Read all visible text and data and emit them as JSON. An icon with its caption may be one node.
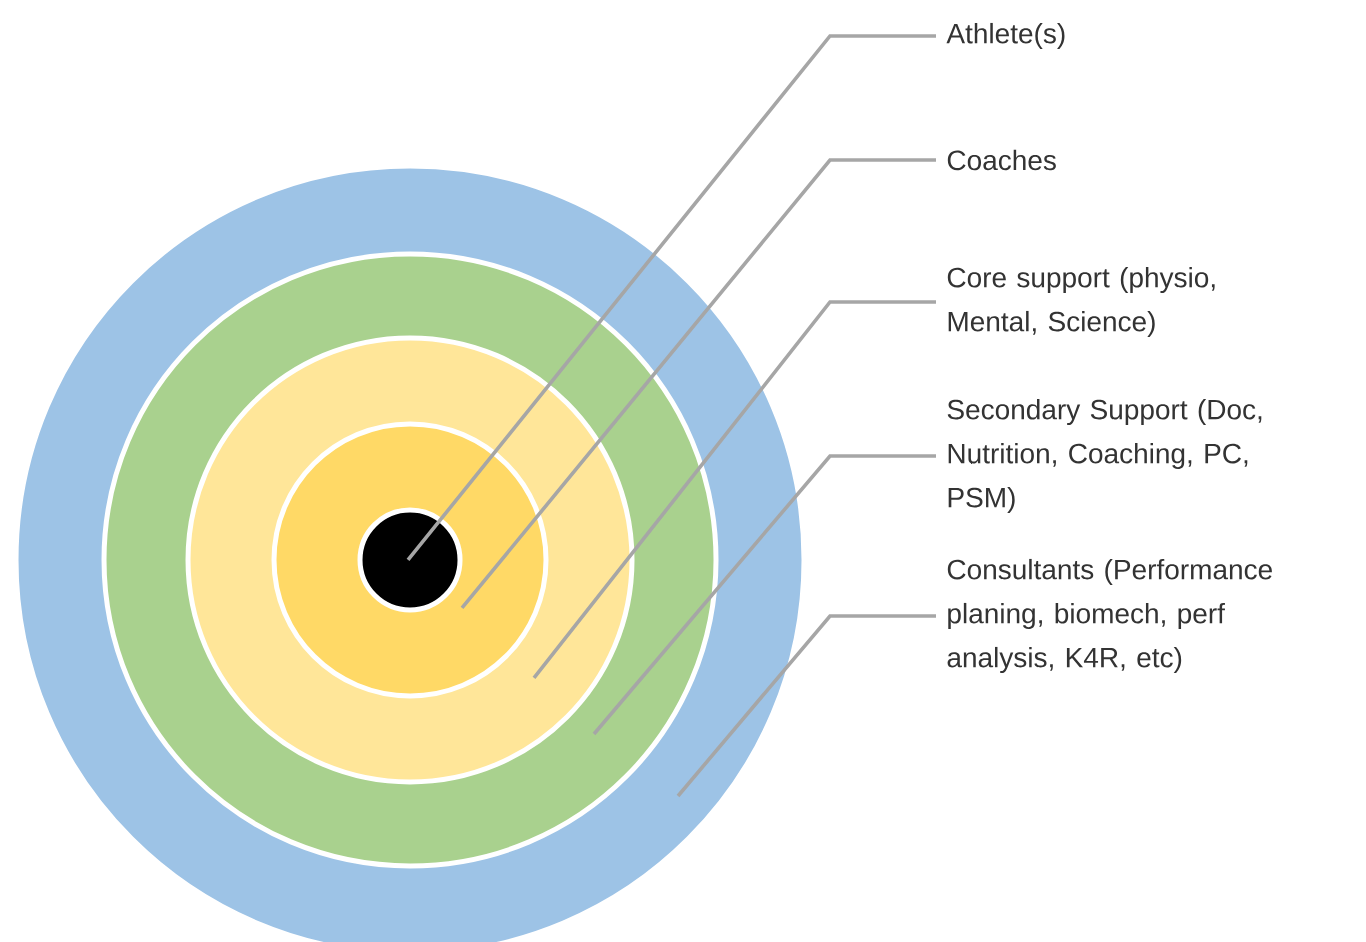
{
  "diagram": {
    "nodes": [
      {
        "text": [
          "Athlete(s)"
        ]
      },
      {
        "text": [
          "Coaches"
        ]
      },
      {
        "text": [
          "Core support (physio, Mental, Science)"
        ]
      },
      {
        "text": [
          "Secondary Support (Doc, Nutrition, Coaching, PC, PSM)"
        ]
      },
      {
        "text": [
          "Consultants (Performance planing, biomech, perf analysis, K4R, etc)"
        ]
      },
      {
        "text": [],
        "shape": "circle"
      },
      {
        "text": [],
        "shape": "circle",
        "in": 5
      },
      {
        "text": [],
        "shape": "circle",
        "in": 6
      },
      {
        "text": [],
        "shape": "circle",
        "in": 7
      },
      {
        "text": [],
        "shape": "circle",
        "in": 8
      }
    ],
    "edges": [
      {
        "from": 0,
        "to": 9,
        "arrow": "none"
      },
      {
        "from": 1,
        "to": 8,
        "arrow": "none"
      },
      {
        "from": 2,
        "to": 7,
        "arrow": "none"
      },
      {
        "from": 3,
        "to": 6,
        "arrow": "none"
      },
      {
        "from": 4,
        "to": 5,
        "arrow": "none"
      }
    ]
  }
}
